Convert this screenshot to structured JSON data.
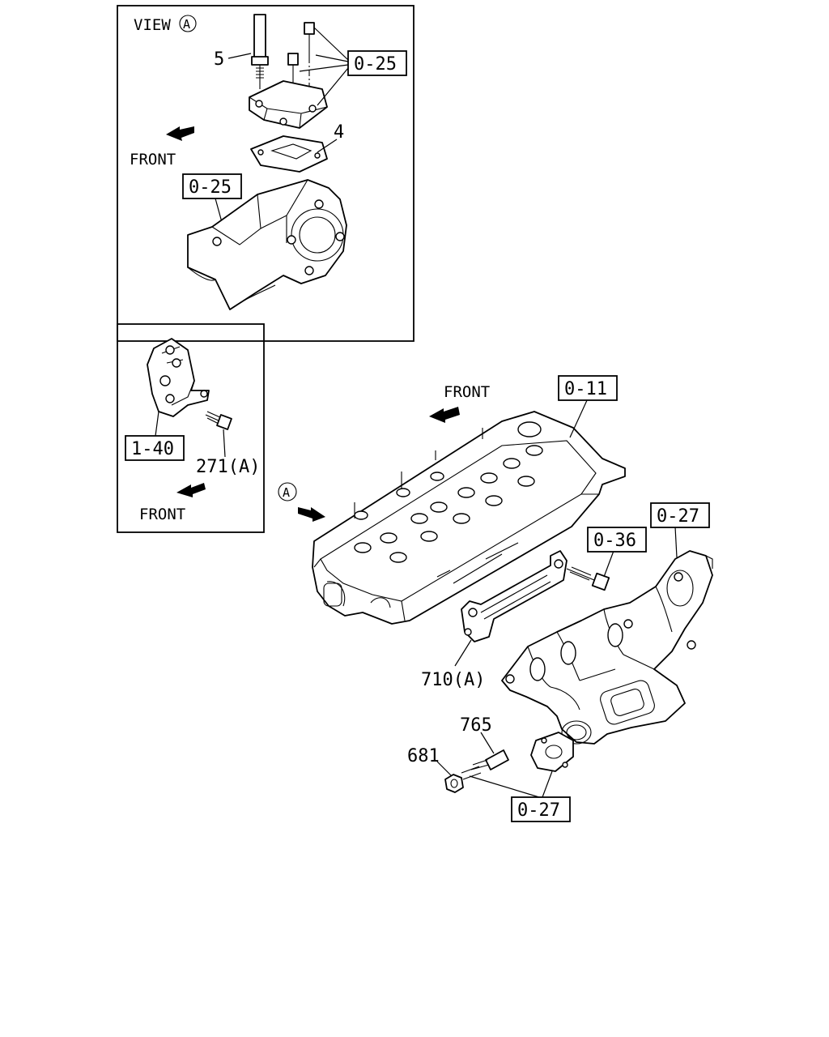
{
  "view_a_inset": {
    "title": "VIEW",
    "title_marker": "A",
    "front_label": "FRONT",
    "callouts": {
      "item_5": "5",
      "item_4": "4",
      "ref_upper": "0-25",
      "ref_lower": "0-25"
    }
  },
  "bracket_inset": {
    "front_label": "FRONT",
    "callouts": {
      "ref": "1-40",
      "item_271a": "271(A)"
    }
  },
  "main_assembly": {
    "front_label": "FRONT",
    "view_marker": "A",
    "callouts": {
      "cylinder_head_ref": "0-11",
      "manifold_ref": "0-27",
      "bolt_ref": "0-36",
      "plate_710a": "710(A)",
      "item_765": "765",
      "item_681": "681",
      "stud_ref": "0-27"
    }
  }
}
